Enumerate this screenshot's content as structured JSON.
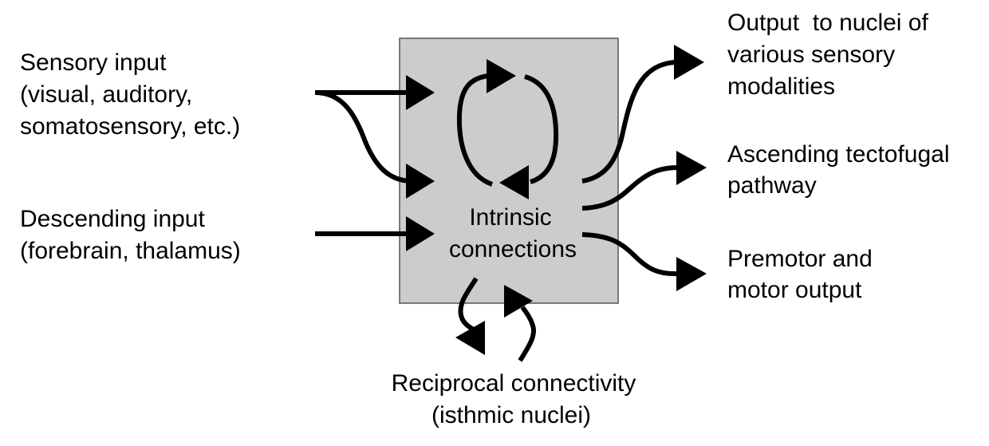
{
  "diagram": {
    "center_box": {
      "label_lines": [
        "Intrinsic",
        "connections"
      ],
      "fill_color": "#cccccc",
      "border_color": "#555555"
    },
    "inputs": {
      "sensory": {
        "lines": [
          "Sensory input",
          "(visual, auditory,",
          "somatosensory, etc.)"
        ]
      },
      "descending": {
        "lines": [
          "Descending input",
          "(forebrain, thalamus)"
        ]
      }
    },
    "outputs": {
      "sensory_nuclei": {
        "lines": [
          "Output  to nuclei of",
          "various sensory",
          "modalities"
        ]
      },
      "tectofugal": {
        "lines": [
          "Ascending tectofugal",
          "pathway"
        ]
      },
      "motor": {
        "lines": [
          "Premotor and",
          "motor output"
        ]
      }
    },
    "reciprocal": {
      "lines": [
        "Reciprocal connectivity",
        "(isthmic nuclei)"
      ]
    },
    "arrows": [
      {
        "from": "sensory-input",
        "to": "center-box",
        "name": "sensory-arrow-upper"
      },
      {
        "from": "sensory-input",
        "to": "center-box",
        "name": "sensory-arrow-lower"
      },
      {
        "from": "descending-input",
        "to": "center-box",
        "name": "descending-arrow"
      },
      {
        "from": "center-box",
        "to": "center-box",
        "name": "intrinsic-loop-left"
      },
      {
        "from": "center-box",
        "to": "center-box",
        "name": "intrinsic-loop-right"
      },
      {
        "from": "center-box",
        "to": "output-sensory-nuclei",
        "name": "output-sensory-nuclei-arrow"
      },
      {
        "from": "center-box",
        "to": "output-tectofugal",
        "name": "output-tectofugal-arrow"
      },
      {
        "from": "center-box",
        "to": "output-motor",
        "name": "output-motor-arrow"
      },
      {
        "from": "center-box",
        "to": "isthmic-nuclei",
        "name": "reciprocal-out-arrow"
      },
      {
        "from": "isthmic-nuclei",
        "to": "center-box",
        "name": "reciprocal-in-arrow"
      }
    ]
  }
}
